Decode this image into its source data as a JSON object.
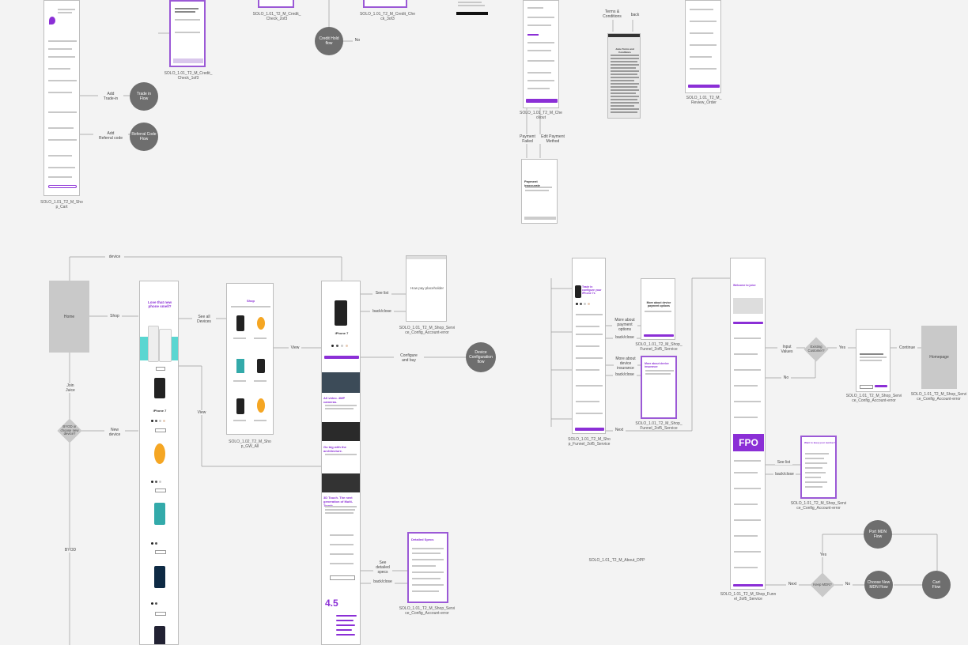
{
  "screens": {
    "cart": "SOLO_1.01_T2_M_Sho\np_Cart",
    "credit_check_1": "SOLO_1.01_T2_M_Credit_\nCheck_1of3",
    "credit_check_2": "SOLO_1.01_T2_M_Credit_\nCheck_2of3",
    "credit_check_3": "SOLO_1.01_T2_M_Credit_Che\nck_3of3",
    "checkout": "SOLO_1.01_T2_M_Che\nckout",
    "review_order": "SOLO_1.01_T2_M_\nReview_Order",
    "config_error_top": "SOLO_1.01_T2_M_Shop_Servi\nce_Config_Account-error",
    "shop_gw_all": "SOLO_1.02_T2_M_Sho\np_GW_All",
    "config_error_bottom": "SOLO_1.01_T2_M_Shop_Servi\nce_Config_Account-error",
    "funnel_2of5_a": "SOLO_1.01_T2_M_Sho\np_Funnel_2of5_Service",
    "funnel_2of5_b": "SOLO_1.01_T2_M_Shop_\nFunnel_2of5_Service",
    "about_dpp": "SOLO_1.01_T2_M_About_DPP",
    "funnel_2of5_c": "SOLO_1.01_T2_M_Shop_Funn\nel_2of5_Service",
    "config_error_right_1": "SOLO_1.01_T2_M_Shop_Servi\nce_Config_Account-error",
    "config_error_right_2": "SOLO_1.01_T2_M_Shop_Servi\nce_Config_Account-error",
    "config_error_mid": "SOLO_1.01_T2_M_Shop_Servi\nce_Config_Account-error"
  },
  "flows": {
    "trade_in": "Trade in\nFlow",
    "referral_code": "Referral Code\nFlow",
    "credit_hold": "Credit Hold\nflow",
    "device_configuration": "Device\nConfiguration\nflow",
    "port_mdn": "Port MDN\nFlow",
    "choose_new_mdn": "Choose New\nMDN Flow",
    "cart": "Cart\nFlow"
  },
  "edges": {
    "add_trade_in": "Add\nTrade-in",
    "add_referral": "Add\nReferral code",
    "no_top": "No",
    "payment_failed": "Payment\nFailed",
    "edit_payment": "Edit Payment\nMethod",
    "terms": "Terms &\nConditions",
    "back": "back",
    "device": "device",
    "shop": "Shop",
    "see_all_devices": "See all\nDevices",
    "view_1": "View",
    "view_2": "View",
    "see_list": "See list",
    "back_close_1": "back/close",
    "configure_buy": "Configure\nand buy",
    "join_juice": "Join\nJuice",
    "new_device": "New\ndevice",
    "byod": "BYOD",
    "see_detailed_specs": "See\ndetailed\nspecs",
    "back_close_2": "back/close",
    "more_payment": "More about\npayment\noptions",
    "back_close_3": "back/close",
    "more_insurance": "More about\ndevice\ninsurance",
    "back_close_4": "back/close",
    "next_1": "Next",
    "input_values": "Input\nValues",
    "yes_1": "Yes",
    "continue": "Continue",
    "no_mid": "No",
    "see_list_2": "See list",
    "back_close_5": "back/close",
    "yes_2": "Yes",
    "next_2": "Next",
    "no_bottom": "No"
  },
  "nodes": {
    "home": "Home",
    "homepage": "Homepage",
    "byod_decision": "BYOD or\nchoose new\ndevice?",
    "existing_customer": "Existing\nCustomer?",
    "keep_mdn": "Keep MDN?"
  },
  "placeholders": {
    "pay_placeholder": "How pay placeholder",
    "fpo": "FPO",
    "rating": "4.5"
  },
  "mock_text": {
    "hero_headline": "Love that new\nphone smell?",
    "shop_title": "Shop",
    "phone_name": "iPhone 7",
    "more_about_payment": "More about device\npayment options",
    "more_about_insurance": "More about device\ninsurance",
    "terms_title": "Juice Terms and Conditions",
    "detailed_specs": "Detailed Specs",
    "trade_in_q": "Trade in\nconfigure your\niPhone 7s",
    "welcome": "Welcome to juice",
    "payment_inaccurate": "Payment inaccurate",
    "new_number": "Want to keep your number?",
    "feature_1": "All video. 4MP\ncameras.",
    "feature_2": "Go big with the\narchitecture.",
    "feature_3": "3D Touch. The next\ngeneration of Multi-Touch."
  },
  "colors": {
    "accent": "#8b2fd6",
    "flow_circle": "#6e6e6e",
    "node_gray": "#c9c9c9",
    "background": "#f3f3f3"
  }
}
